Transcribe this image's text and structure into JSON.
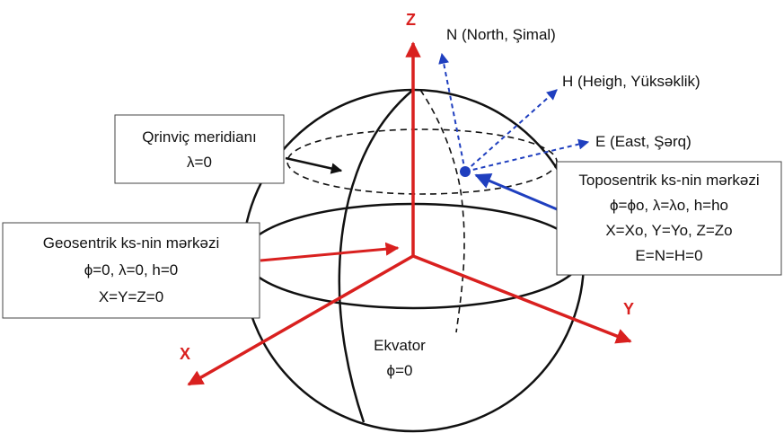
{
  "colors": {
    "axis": "#d9201f",
    "topo": "#1f3fbf",
    "outline": "#111111"
  },
  "axes": {
    "z": "Z",
    "x": "X",
    "y": "Y"
  },
  "topocentric_axes": {
    "n": "N (North, Şimal)",
    "h": "H (Heigh, Yüksəklik)",
    "e": "E (East, Şərq)"
  },
  "greenwich_box": {
    "line1": "Qrinviç meridianı",
    "line2": "λ=0"
  },
  "geocentric_box": {
    "line1": "Geosentrik ks-nin mərkəzi",
    "line2": "ϕ=0, λ=0, h=0",
    "line3": "X=Y=Z=0"
  },
  "topocentric_box": {
    "line1": "Toposentrik ks-nin mərkəzi",
    "line2": "ϕ=ϕo, λ=λo, h=ho",
    "line3": "X=Xo, Y=Yo, Z=Zo",
    "line4": "E=N=H=0"
  },
  "equator": {
    "line1": "Ekvator",
    "line2": "ϕ=0"
  }
}
